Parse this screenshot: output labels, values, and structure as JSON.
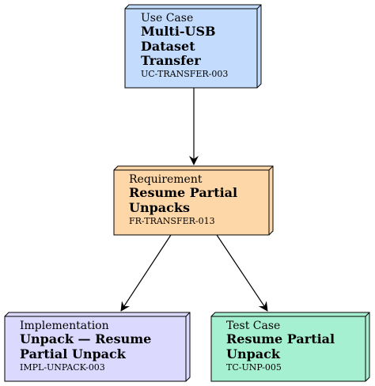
{
  "diagram": {
    "nodes": [
      {
        "id": "usecase",
        "kind": "Use Case",
        "title_lines": [
          "Multi-USB",
          "Dataset",
          "Transfer"
        ],
        "code": "UC-TRANSFER-003",
        "fill": "#c3dcfd"
      },
      {
        "id": "requirement",
        "kind": "Requirement",
        "title_lines": [
          "Resume Partial",
          "Unpacks"
        ],
        "code": "FR-TRANSFER-013",
        "fill": "#fed7a8"
      },
      {
        "id": "implementation",
        "kind": "Implementation",
        "title_lines": [
          "Unpack — Resume",
          "Partial Unpack"
        ],
        "code": "IMPL-UNPACK-003",
        "fill": "#dcd9fe"
      },
      {
        "id": "testcase",
        "kind": "Test Case",
        "title_lines": [
          "Resume Partial",
          "Unpack"
        ],
        "code": "TC-UNP-005",
        "fill": "#a6f0d2"
      }
    ],
    "edges": [
      {
        "from": "usecase",
        "to": "requirement"
      },
      {
        "from": "requirement",
        "to": "implementation"
      },
      {
        "from": "requirement",
        "to": "testcase"
      }
    ],
    "stroke_color": "#000000"
  }
}
